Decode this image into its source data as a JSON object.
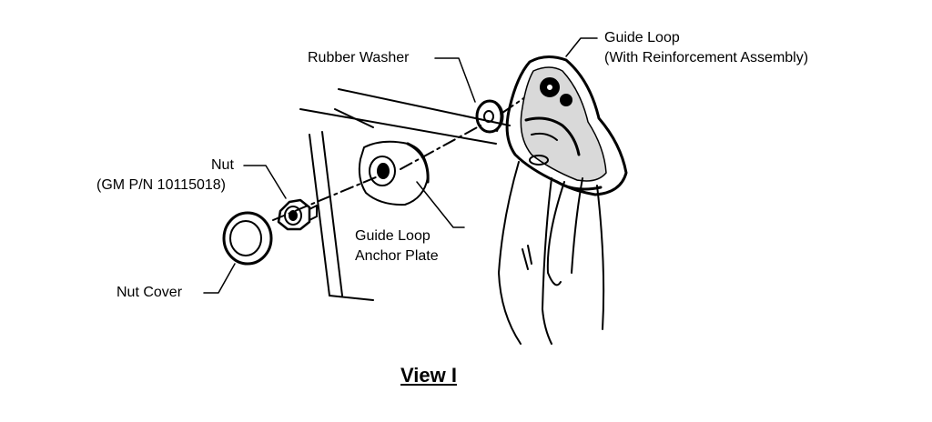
{
  "labels": {
    "rubber_washer": "Rubber Washer",
    "guide_loop_line1": "Guide Loop",
    "guide_loop_line2": "(With Reinforcement Assembly)",
    "nut_line1": "Nut",
    "nut_line2": "(GM P/N 10115018)",
    "anchor_plate_line1": "Guide Loop",
    "anchor_plate_line2": "Anchor Plate",
    "nut_cover": "Nut Cover"
  },
  "title": "View I"
}
